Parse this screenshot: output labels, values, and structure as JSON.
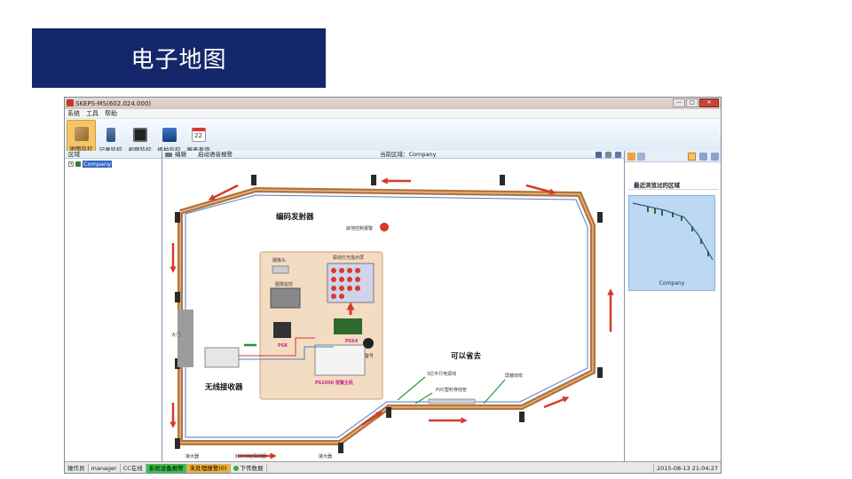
{
  "slide": {
    "title": "电子地图"
  },
  "window": {
    "title": "SKEPS-MS(602.024.000)",
    "min": "—",
    "max": "□",
    "close": "✕"
  },
  "menu": [
    "系统",
    "工具",
    "帮助"
  ],
  "toolbar": [
    {
      "label": "地图监控",
      "icon": "map-icon",
      "active": true
    },
    {
      "label": "记录监控",
      "icon": "record-icon",
      "active": false
    },
    {
      "label": "视频监控",
      "icon": "video-icon",
      "active": false
    },
    {
      "label": "抓拍监控",
      "icon": "snapshot-icon",
      "active": false
    },
    {
      "label": "报表查询",
      "icon": "calendar-icon",
      "active": false,
      "badge": "22"
    }
  ],
  "left_panel": {
    "header": "区域",
    "tree_expand": "+",
    "tree_node": "Company"
  },
  "map_view": {
    "edit_label": "编辑",
    "voice_label": "启动语音报警",
    "current_area": "当前区域：Company",
    "labels": {
      "transmitter": "编码发射器",
      "receiver": "无线接收器",
      "omit": "可以省去",
      "alarm_sign": "就地控制报警",
      "camera": "摄像头",
      "video_monitor": "图像监控",
      "linkage": "联动灯光指示屏",
      "ps8": "PS8",
      "ps64": "PS64",
      "siren": "警号",
      "host": "PS2000  报警主机",
      "cable1": "3芯平行电源线",
      "cable2": "PVC塑料穿线管",
      "cable3": "屏蔽双绞",
      "gate": "大门",
      "bottom1": "接大器",
      "bottom2": "红外对射探测器",
      "bottom3": "接大器"
    }
  },
  "right_panel": {
    "title": "最近浏览过的区域",
    "thumb_caption": "Company"
  },
  "status": {
    "operator_label": "操作员",
    "operator": "manager",
    "cc": "CC在线",
    "device_alarm": "系统设备报警",
    "unhandled": "未处理报警(0)",
    "download": "下传数据",
    "time": "2015-08-13  21:04:27"
  },
  "colors": {
    "title_bg": "#14276b",
    "cable_brown": "#b5733b",
    "arrow_red": "#d63a2a",
    "active_btn": "#f6c469"
  }
}
